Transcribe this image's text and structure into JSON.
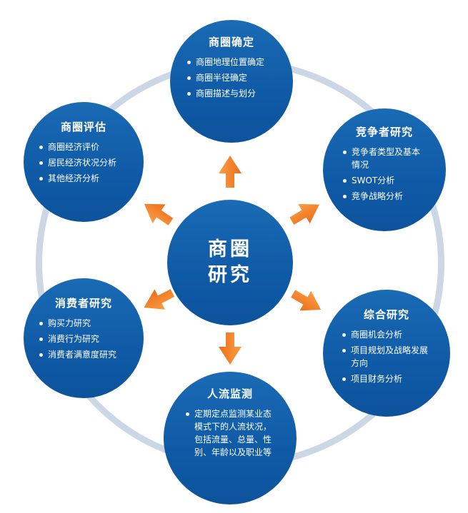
{
  "center": {
    "line1": "商圈",
    "line2": "研究"
  },
  "nodes": [
    {
      "title": "商圈确定",
      "bullets": [
        "商圈地理位置确定",
        "商圈半径确定",
        "商圈描述与划分"
      ]
    },
    {
      "title": "竞争者研究",
      "bullets": [
        "竞争者类型及基本情况",
        "SWOT分析",
        "竞争战略分析"
      ]
    },
    {
      "title": "综合研究",
      "bullets": [
        "商圈机会分析",
        "项目规划及战略发展方向",
        "项目财务分析"
      ]
    },
    {
      "title": "人流监测",
      "bullets": [
        "定期定点监测某业态模式下的人流状况，包括流量、总量、性别、年龄以及职业等"
      ]
    },
    {
      "title": "消费者研究",
      "bullets": [
        "购买力研究",
        "消费行为研究",
        "消费者满意度研究"
      ]
    },
    {
      "title": "商圈评估",
      "bullets": [
        "商圈经济评价",
        "居民经济状况分析",
        "其他经济分析"
      ]
    }
  ],
  "colors": {
    "node_blue": "#0f5aa6",
    "arrow_orange": "#f5811f",
    "ring_gray_blue": "#ccd7e6",
    "text": "#ffffff"
  }
}
